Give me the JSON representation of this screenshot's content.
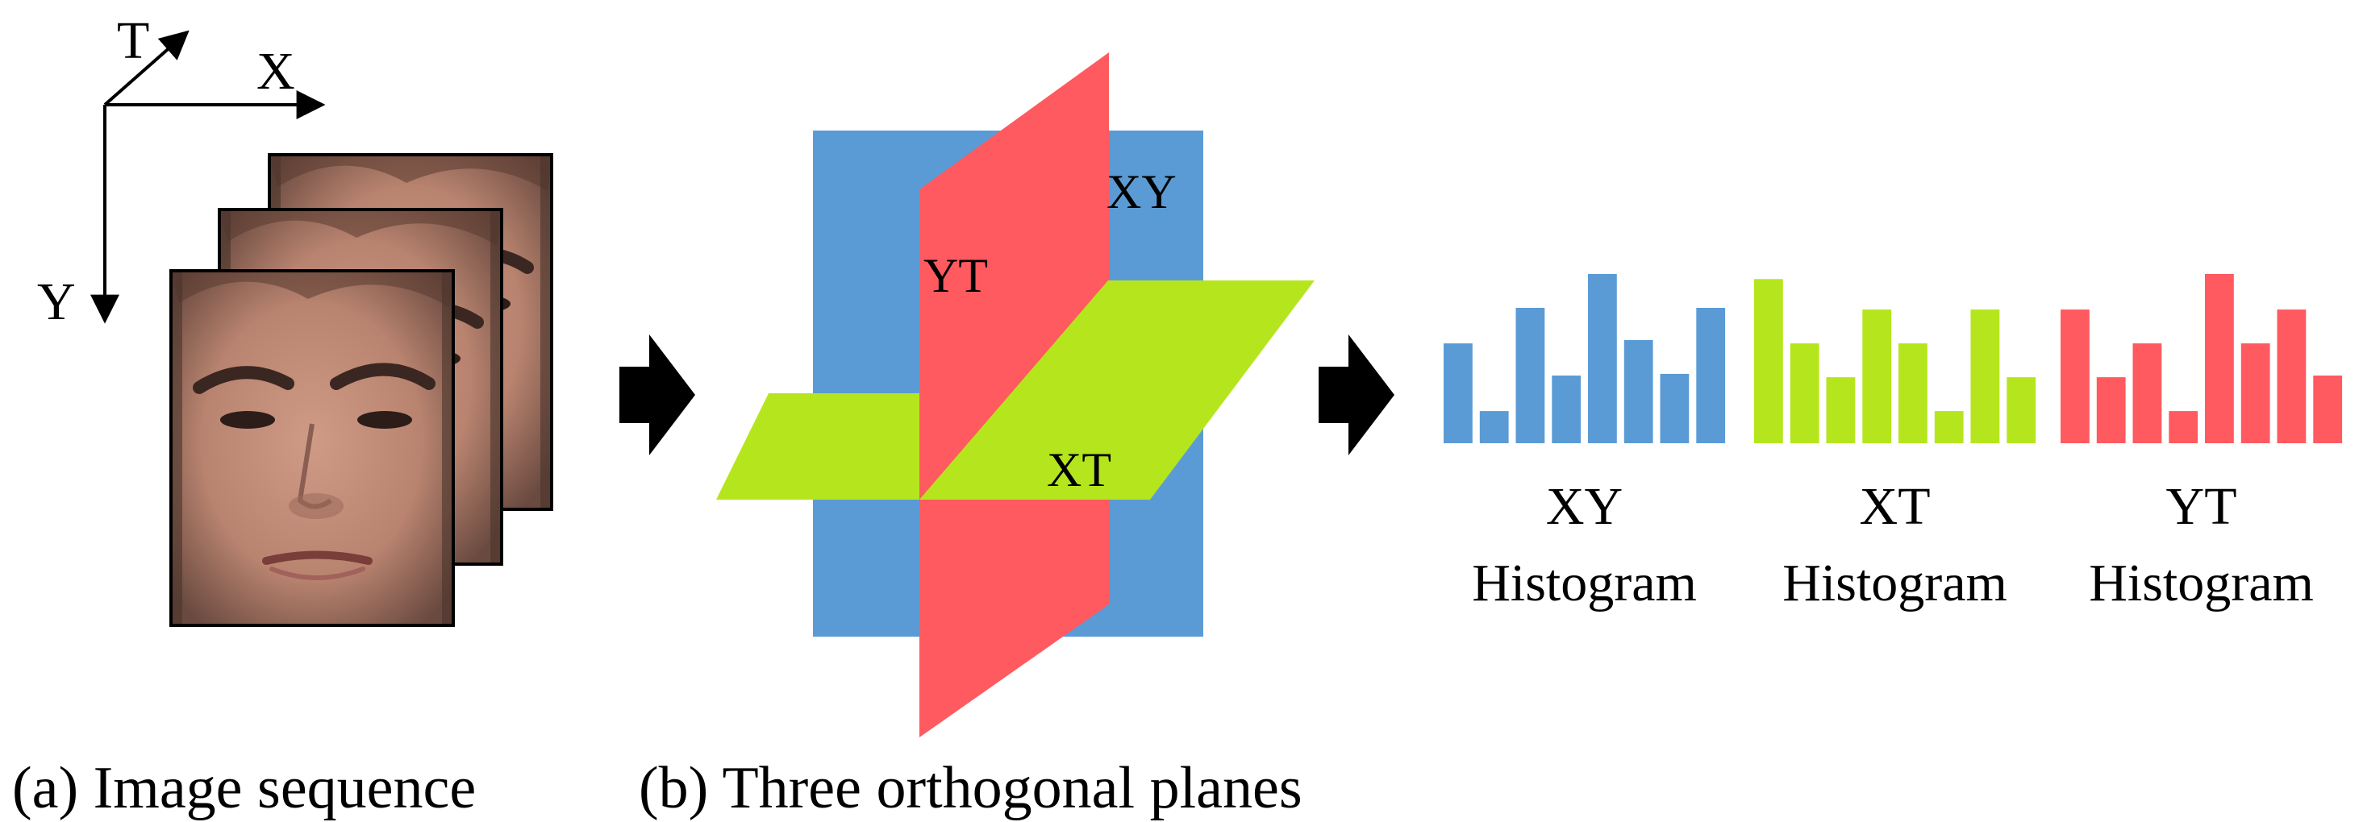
{
  "axes": {
    "t_label": "T",
    "x_label": "X",
    "y_label": "Y"
  },
  "planes": {
    "xy_label": "XY",
    "yt_label": "YT",
    "xt_label": "XT",
    "colors": {
      "xy": "#5B9BD5",
      "yt": "#FF5A5F",
      "xt": "#B5E61D"
    }
  },
  "histograms": [
    {
      "name_label": "XY",
      "caption": "Histogram",
      "color": "#5B9BD5",
      "values": [
        0.59,
        0.19,
        0.8,
        0.4,
        1.0,
        0.61,
        0.41,
        0.8
      ]
    },
    {
      "name_label": "XT",
      "caption": "Histogram",
      "color": "#B5E61D",
      "values": [
        0.97,
        0.59,
        0.39,
        0.79,
        0.59,
        0.19,
        0.79,
        0.39
      ]
    },
    {
      "name_label": "YT",
      "caption": "Histogram",
      "color": "#FF5A5F",
      "values": [
        0.79,
        0.39,
        0.59,
        0.19,
        1.0,
        0.59,
        0.79,
        0.4
      ]
    }
  ],
  "captions": {
    "a": "(a) Image sequence",
    "b": "(b) Three orthogonal planes"
  },
  "icons": {
    "arrow": "right-arrow-icon",
    "face": "face-photo"
  }
}
